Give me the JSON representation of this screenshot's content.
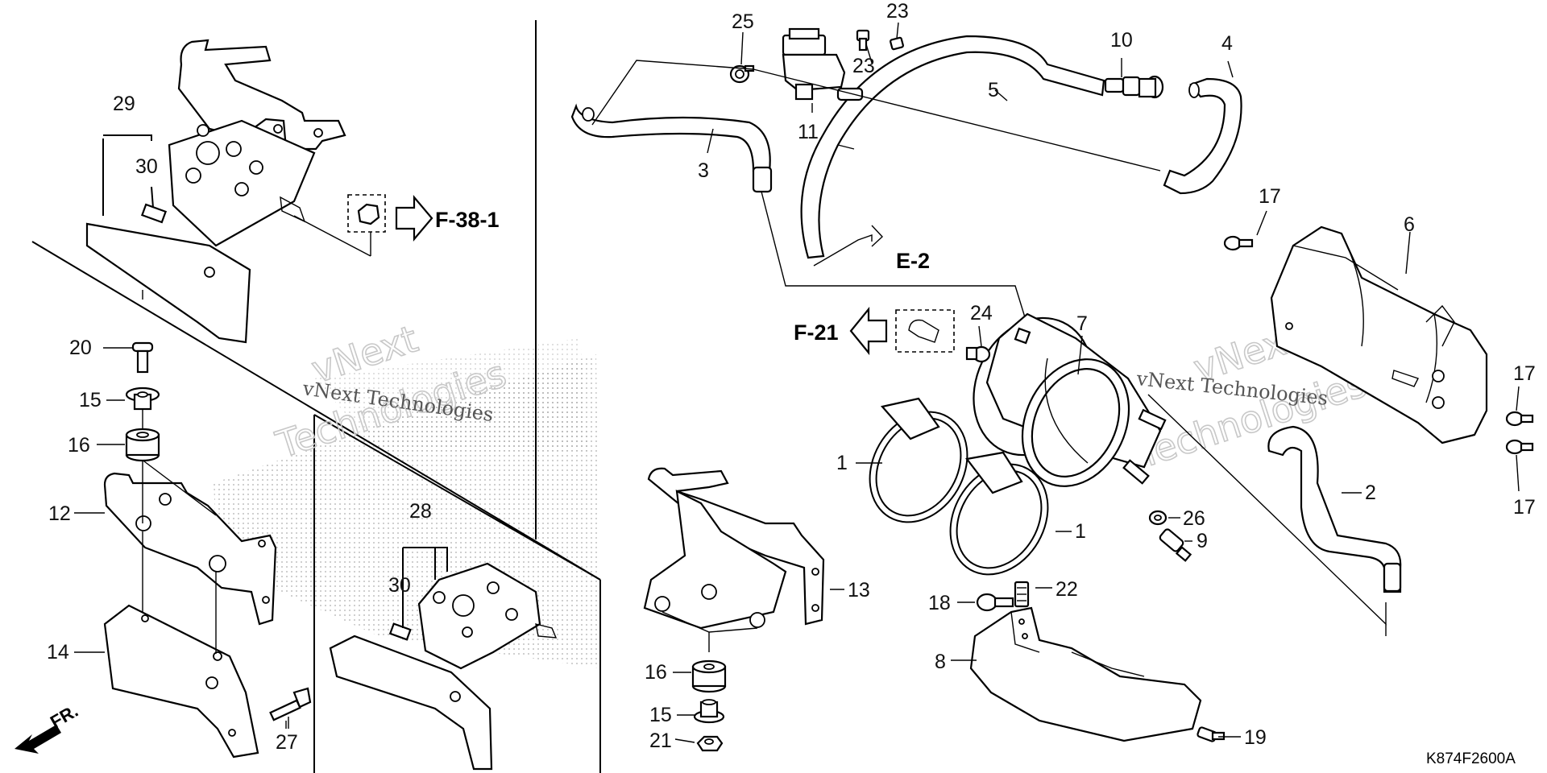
{
  "diagram_code": "K874F2600A",
  "watermark": {
    "line1": "vNext",
    "line2": "Technologies",
    "full": "vNext Technologies"
  },
  "references": [
    {
      "id": "f381",
      "label": "F-38-1"
    },
    {
      "id": "e2",
      "label": "E-2"
    },
    {
      "id": "f21",
      "label": "F-21"
    }
  ],
  "front_indicator": {
    "label": "FR."
  },
  "callouts": {
    "c1a": "1",
    "c1b": "1",
    "c2": "2",
    "c3": "3",
    "c4": "4",
    "c5": "5",
    "c6": "6",
    "c7": "7",
    "c8": "8",
    "c9": "9",
    "c10": "10",
    "c11": "11",
    "c12": "12",
    "c13": "13",
    "c14": "14",
    "c15a": "15",
    "c15b": "15",
    "c16a": "16",
    "c16b": "16",
    "c17a": "17",
    "c17b": "17",
    "c17c": "17",
    "c18": "18",
    "c19": "19",
    "c20": "20",
    "c21": "21",
    "c22": "22",
    "c23a": "23",
    "c23b": "23",
    "c24": "24",
    "c25": "25",
    "c26": "26",
    "c27": "27",
    "c28": "28",
    "c29": "29",
    "c30a": "30",
    "c30b": "30"
  }
}
